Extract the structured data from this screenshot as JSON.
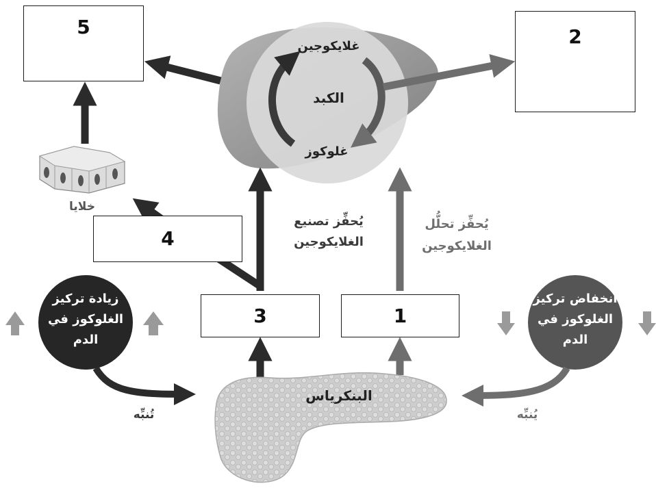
{
  "boxes": {
    "b5": "5",
    "b2": "2",
    "b4": "4",
    "b3": "3",
    "b1": "1"
  },
  "liver": {
    "glycogen": "غلايكوجين",
    "organ": "الكبد",
    "glucose": "غلوكوز"
  },
  "cells": "خلايا",
  "pancreas": "البنكرياس",
  "high_glucose": {
    "line1": "زيادة تركيز",
    "line2": "الغلوكوز في",
    "line3": "الدم"
  },
  "low_glucose": {
    "line1": "انخفاض تركيز",
    "line2": "الغلوكوز في",
    "line3": "الدم"
  },
  "stimulates_synthesis": {
    "line1": "يُحفِّز تصنيع",
    "line2": "الغلايكوجين"
  },
  "stimulates_breakdown": {
    "line1": "يُحفِّز تحلُّل",
    "line2": "الغلايكوجين"
  },
  "stimulates_left": "تُنبِّه",
  "stimulates_right": "يُنبِّه",
  "colors": {
    "dark": "#2b2b2b",
    "gray": "#6e6e6e",
    "liver": "#9a9a9a",
    "pancreas": "#c8c8c8"
  }
}
